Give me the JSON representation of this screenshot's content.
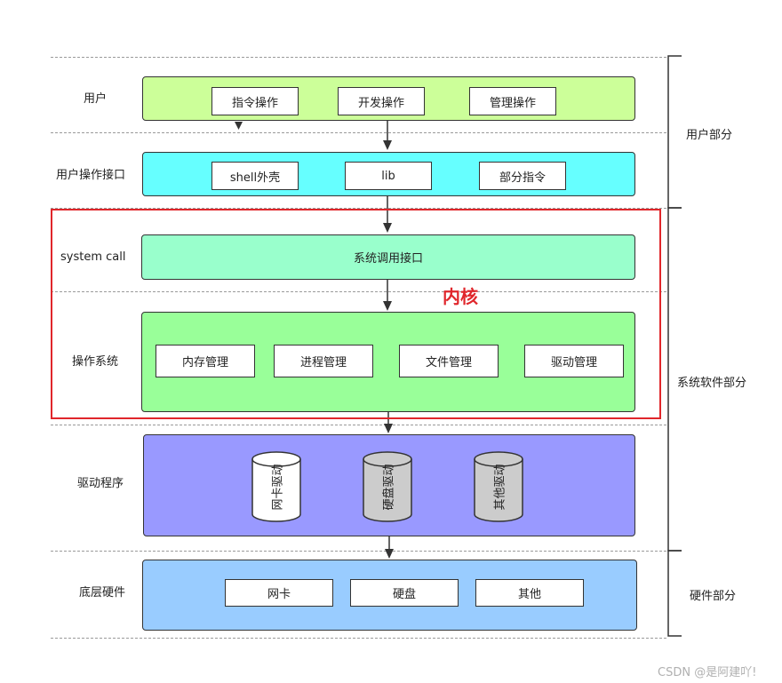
{
  "rows": {
    "user": {
      "label": "用户",
      "items": [
        "指令操作",
        "开发操作",
        "管理操作"
      ]
    },
    "interface": {
      "label": "用户操作接口",
      "items": [
        "shell外壳",
        "lib",
        "部分指令"
      ]
    },
    "syscall": {
      "label": "system call",
      "content": "系统调用接口"
    },
    "os": {
      "label": "操作系统",
      "items": [
        "内存管理",
        "进程管理",
        "文件管理",
        "驱动管理"
      ]
    },
    "driver": {
      "label": "驱动程序",
      "items": [
        "网卡驱动",
        "硬盘驱动",
        "其他驱动"
      ]
    },
    "hardware": {
      "label": "底层硬件",
      "items": [
        "网卡",
        "硬盘",
        "其他"
      ]
    }
  },
  "kernel_label": "内核",
  "sections": [
    "用户部分",
    "系统软件部分",
    "硬件部分"
  ],
  "watermark": "CSDN @是阿建吖!",
  "colors": {
    "user": "#ccff99",
    "interface": "#66ffff",
    "syscall": "#99ffcc",
    "os": "#99ff99",
    "driver": "#9999ff",
    "hardware": "#99ccff",
    "kernel_border": "#e0262b",
    "cylinder_white": "#ffffff",
    "cylinder_gray": "#cccccc"
  }
}
